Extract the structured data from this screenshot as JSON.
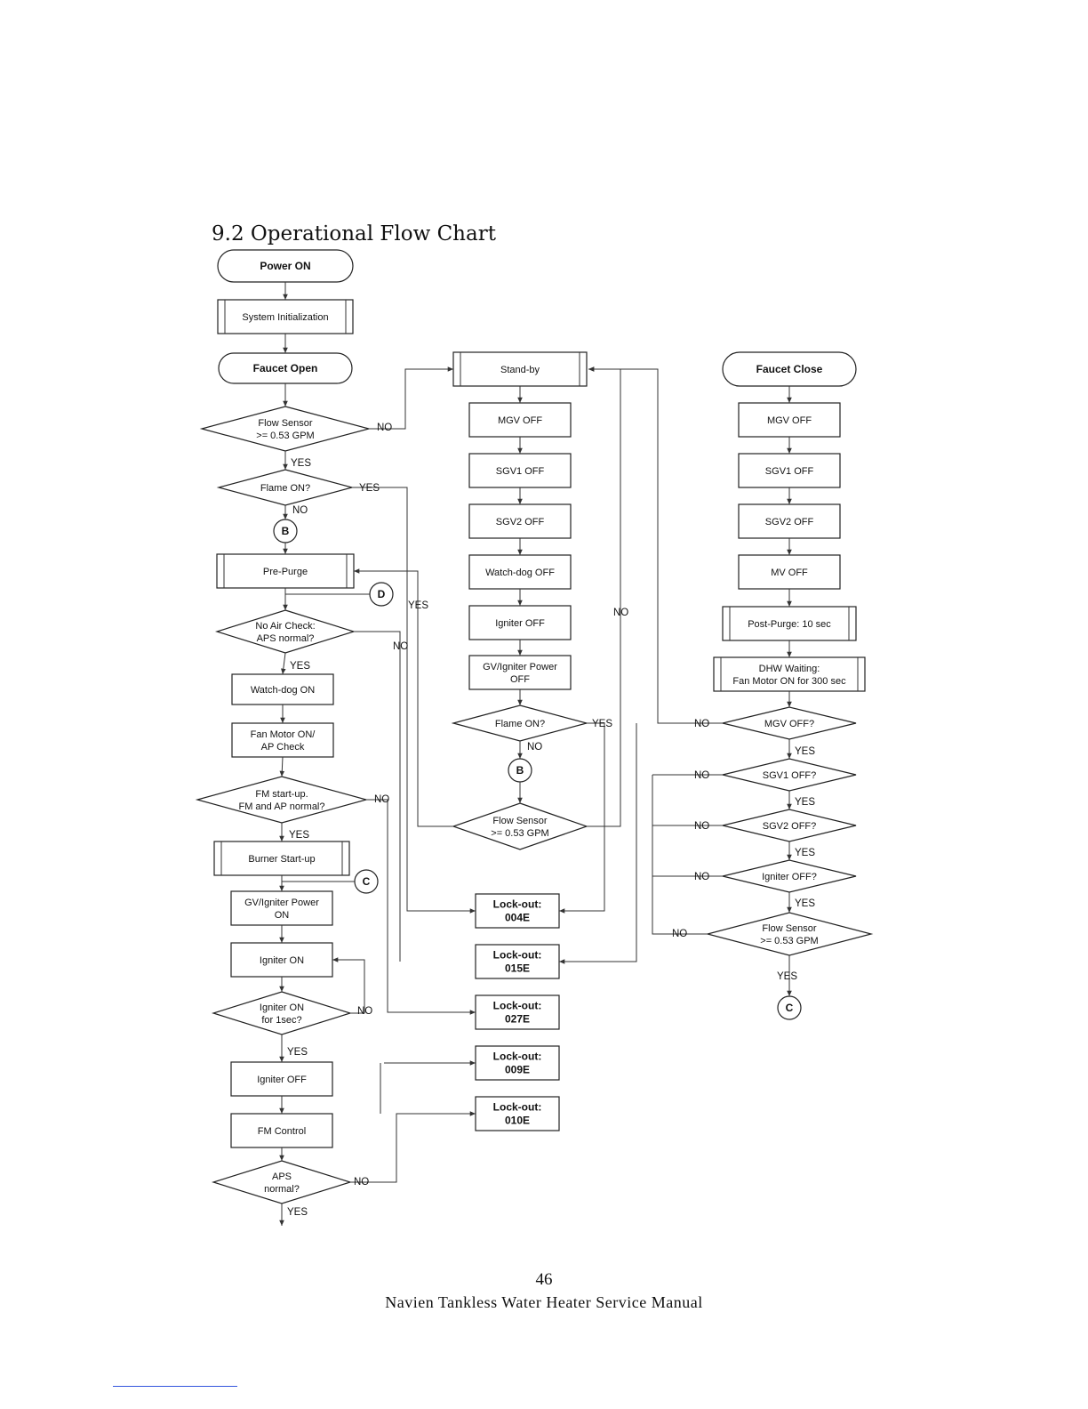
{
  "title": "9.2 Operational Flow Chart",
  "footer": {
    "page_number": "46",
    "manual_title": "Navien Tankless Water Heater Service Manual"
  },
  "nodes": {
    "power_on": "Power ON",
    "system_init": "System Initialization",
    "faucet_open": "Faucet Open",
    "flow_sensor_1": [
      "Flow Sensor",
      ">= 0.53 GPM"
    ],
    "flame_on_1": "Flame ON?",
    "connector_b1": "B",
    "pre_purge": "Pre-Purge",
    "connector_d": "D",
    "no_air_check": [
      "No Air Check:",
      "APS normal?"
    ],
    "watchdog_on": "Watch-dog ON",
    "fan_motor_on": [
      "Fan Motor ON/",
      "AP Check"
    ],
    "fm_startup": [
      "FM start-up.",
      "FM and AP normal?"
    ],
    "burner_startup": "Burner Start-up",
    "connector_c1": "C",
    "gv_igniter_power_on": [
      "GV/Igniter Power",
      "ON"
    ],
    "igniter_on": "Igniter ON",
    "igniter_on_1sec": [
      "Igniter ON",
      "for 1sec?"
    ],
    "igniter_off_1": "Igniter OFF",
    "fm_control": "FM Control",
    "aps_normal": [
      "APS",
      "normal?"
    ],
    "standby": "Stand-by",
    "mgv_off_1": "MGV OFF",
    "sgv1_off_1": "SGV1 OFF",
    "sgv2_off_1": "SGV2 OFF",
    "watchdog_off": "Watch-dog OFF",
    "igniter_off_2": "Igniter OFF",
    "gv_igniter_power_off": [
      "GV/Igniter Power",
      "OFF"
    ],
    "flame_on_2": "Flame ON?",
    "connector_b2": "B",
    "flow_sensor_2": [
      "Flow Sensor",
      ">= 0.53 GPM"
    ],
    "lockout_004e": [
      "Lock-out:",
      "004E"
    ],
    "lockout_015e": [
      "Lock-out:",
      "015E"
    ],
    "lockout_027e": [
      "Lock-out:",
      "027E"
    ],
    "lockout_009e": [
      "Lock-out:",
      "009E"
    ],
    "lockout_010e": [
      "Lock-out:",
      "010E"
    ],
    "faucet_close": "Faucet Close",
    "mgv_off_2": "MGV OFF",
    "sgv1_off_2": "SGV1 OFF",
    "sgv2_off_2": "SGV2 OFF",
    "mv_off": "MV OFF",
    "post_purge": "Post-Purge: 10 sec",
    "dhw_waiting": [
      "DHW Waiting:",
      "Fan Motor ON for 300 sec"
    ],
    "mgv_off_q": "MGV OFF?",
    "sgv1_off_q": "SGV1 OFF?",
    "sgv2_off_q": "SGV2 OFF?",
    "igniter_off_q": "Igniter OFF?",
    "flow_sensor_3": [
      "Flow Sensor",
      ">= 0.53 GPM"
    ],
    "connector_c2": "C"
  },
  "edge_labels": {
    "yes": "YES",
    "no": "NO"
  }
}
